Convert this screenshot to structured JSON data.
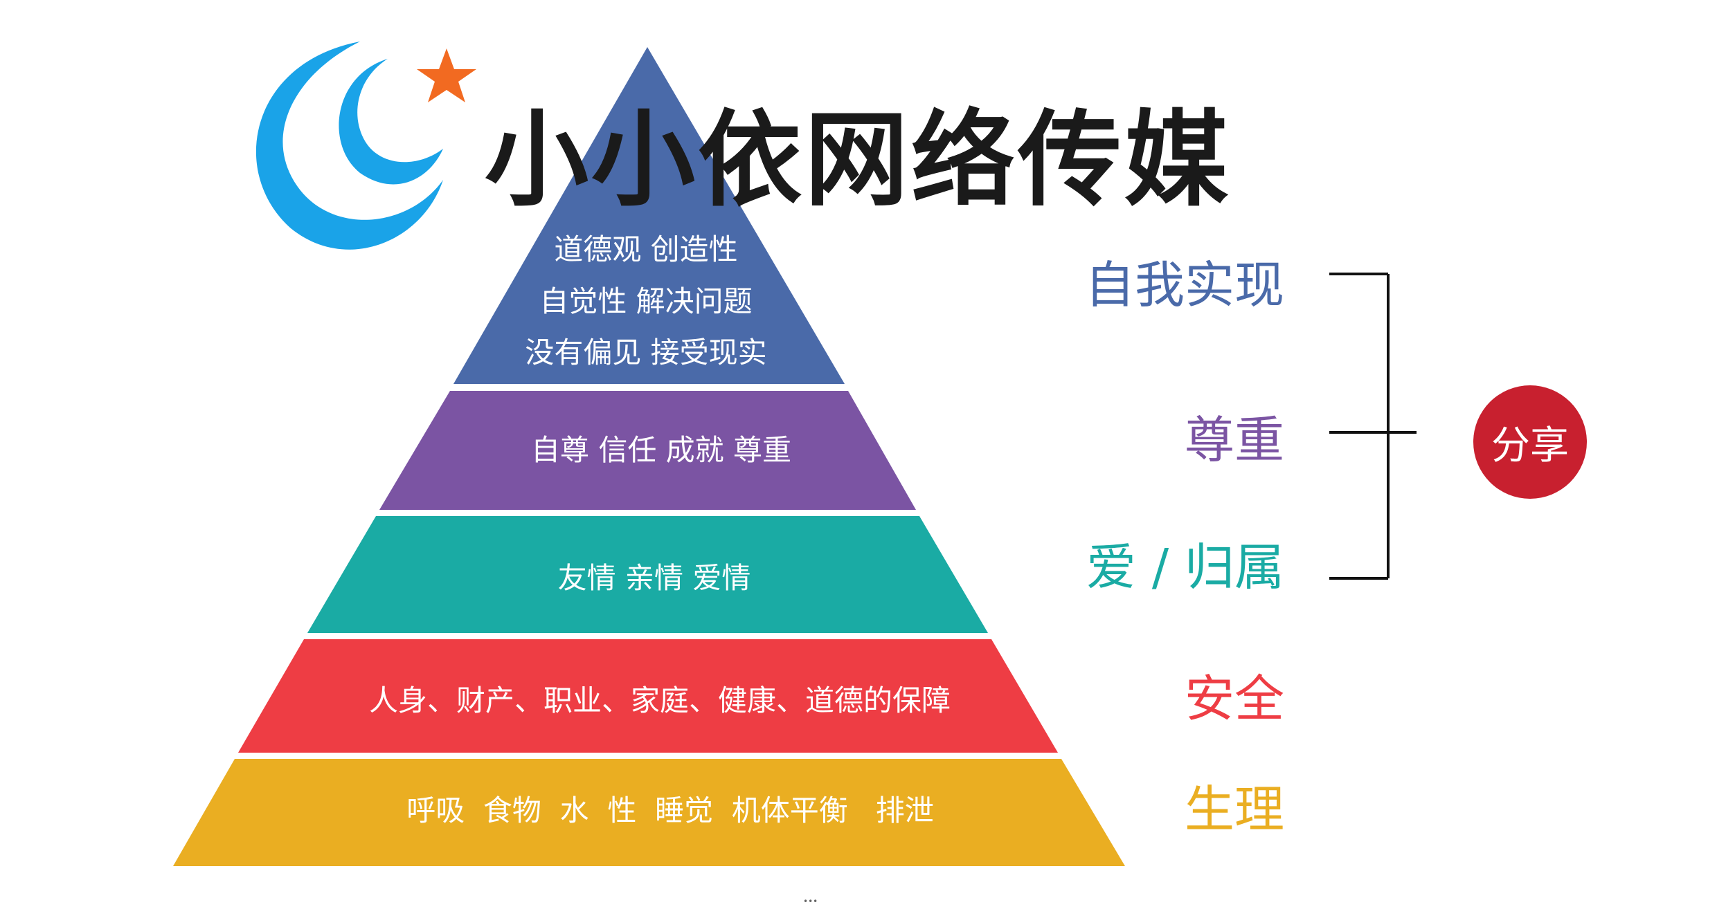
{
  "logo": {
    "text": "小小依网络传媒",
    "colors": {
      "swoosh": "#1aa3e8",
      "star": "#f26a21",
      "text": "#1a1a1a"
    }
  },
  "pyramid": {
    "tiers": [
      {
        "name": "self-actualization",
        "color": "#4a6aa9",
        "lines": [
          "道德观 创造性",
          "自觉性 解决问题",
          "没有偏见 接受现实"
        ]
      },
      {
        "name": "esteem",
        "color": "#7b54a3",
        "lines": [
          "自尊 信任 成就 尊重"
        ]
      },
      {
        "name": "love-belonging",
        "color": "#1aaba4",
        "lines": [
          "友情  亲情  爱情"
        ]
      },
      {
        "name": "safety",
        "color": "#ee3d44",
        "lines": [
          "人身、财产、职业、家庭、健康、道德的保障"
        ]
      },
      {
        "name": "physiological",
        "color": "#eaae22",
        "lines": [
          "呼吸  食物  水  性  睡觉  机体平衡   排泄"
        ]
      }
    ]
  },
  "levels": [
    {
      "label": "自我实现",
      "color": "#4a6aa9"
    },
    {
      "label": "尊重",
      "color": "#7b54a3"
    },
    {
      "label": "爱 / 归属",
      "color": "#1aaba4"
    },
    {
      "label": "安全",
      "color": "#ee3d44"
    },
    {
      "label": "生理",
      "color": "#eaae22"
    }
  ],
  "share": {
    "label": "分享",
    "color": "#c8202f"
  },
  "footnote": "•••"
}
